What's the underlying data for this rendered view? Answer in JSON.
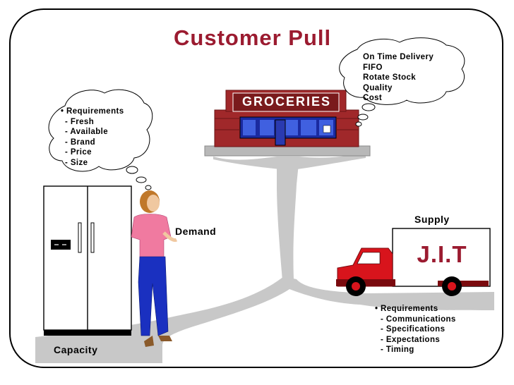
{
  "title": "Customer Pull",
  "store": {
    "sign": "GROCERIES"
  },
  "top_bubble": {
    "items": [
      "On Time Delivery",
      "FIFO",
      "Rotate Stock",
      "Quality",
      "Cost"
    ]
  },
  "left_bubble": {
    "heading": "Requirements",
    "items": [
      "- Fresh",
      "- Available",
      "- Brand",
      "- Price",
      "- Size"
    ]
  },
  "labels": {
    "demand": "Demand",
    "supply": "Supply",
    "capacity": "Capacity"
  },
  "truck": {
    "text": "J.I.T"
  },
  "bottom_list": {
    "heading": "Requirements",
    "items": [
      "- Communications",
      "- Specifications",
      "- Expectations",
      "- Timing"
    ]
  },
  "colors": {
    "title": "#9b1b30",
    "store_brick": "#a0282a",
    "truck_red": "#d8141c",
    "road": "#c8c8c8"
  }
}
